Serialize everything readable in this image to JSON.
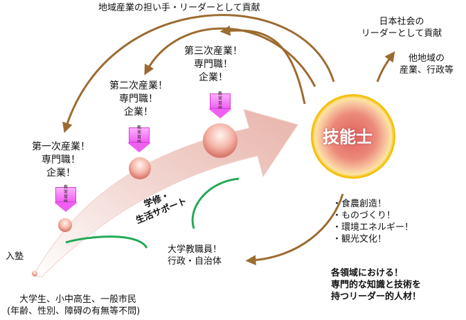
{
  "diagram": {
    "top_label": "地域産業の担い手・リーダーとして貢献",
    "japan_leader": [
      "日本社会の",
      "リーダーとして貢献"
    ],
    "other_regions": [
      "他地域の",
      "産業、行政等"
    ],
    "stage_primary": [
      "第一次産業！",
      "専門職！",
      "企業！"
    ],
    "stage_secondary": [
      "第二次産業！",
      "専門職！",
      "企業！"
    ],
    "stage_tertiary": [
      "第三次産業！",
      "専門職！",
      "企業！"
    ],
    "badge": [
      "教",
      "実",
      "育",
      "践"
    ],
    "ginou": "技能士",
    "support": [
      "学修・",
      "生活サポート"
    ],
    "staff": [
      "大学教職員！",
      "行政・自治体"
    ],
    "entry": "入塾",
    "participants": [
      "大学生、小中高生、一般市民",
      "(年齢、性別、障碍の有無等不問)"
    ],
    "fields": [
      "・食農創造！",
      "・ものづくり！",
      "・環境エネルギー！",
      "・観光文化！"
    ],
    "talent": [
      "各領域における！",
      "専門的な知識と技術を",
      "持つリーダー的人材！"
    ],
    "colors": {
      "arrow_brown": "#9c6b30",
      "support_green": "#22aa55",
      "badge_pink": "#f060f0",
      "sun_core": "#e87a7a",
      "sun_rim": "#f6c200"
    }
  }
}
